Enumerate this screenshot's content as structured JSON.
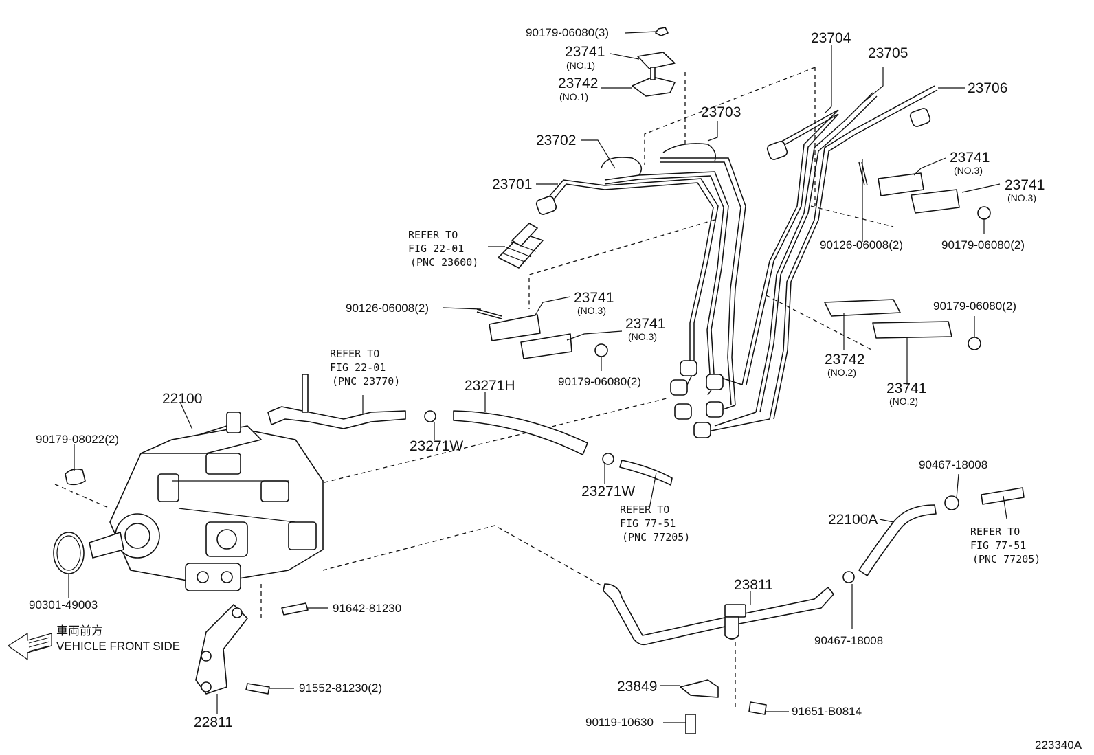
{
  "diagram_id": "223340A",
  "direction": {
    "jp": "車両前方",
    "en": "VEHICLE FRONT SIDE"
  },
  "labels": {
    "p_90179_06080_3": "90179-06080(3)",
    "p_23741_no1": "23741",
    "p_23741_no1_sub": "(NO.1)",
    "p_23742_no1": "23742",
    "p_23742_no1_sub": "(NO.1)",
    "p_23704": "23704",
    "p_23705": "23705",
    "p_23706": "23706",
    "p_23703": "23703",
    "p_23702": "23702",
    "p_23701": "23701",
    "p_23741_no3_r1": "23741",
    "p_23741_no3_r1_sub": "(NO.3)",
    "p_23741_no3_r2": "23741",
    "p_23741_no3_r2_sub": "(NO.3)",
    "p_90126_06008_r": "90126-06008(2)",
    "p_90179_06080_r": "90179-06080(2)",
    "p_90126_06008_l": "90126-06008(2)",
    "p_23741_no3_l1": "23741",
    "p_23741_no3_l1_sub": "(NO.3)",
    "p_23741_no3_l2": "23741",
    "p_23741_no3_l2_sub": "(NO.3)",
    "p_90179_06080_l": "90179-06080(2)",
    "p_90179_06080_m": "90179-06080(2)",
    "p_23742_no2": "23742",
    "p_23742_no2_sub": "(NO.2)",
    "p_23741_no2": "23741",
    "p_23741_no2_sub": "(NO.2)",
    "p_23271H": "23271H",
    "p_23271W_a": "23271W",
    "p_23271W_b": "23271W",
    "p_22100": "22100",
    "p_90179_08022": "90179-08022(2)",
    "p_90301_49003": "90301-49003",
    "p_91642_81230": "91642-81230",
    "p_91552_81230": "91552-81230(2)",
    "p_22811": "22811",
    "p_23811": "23811",
    "p_23849": "23849",
    "p_90119_10630": "90119-10630",
    "p_91651_B0814": "91651-B0814",
    "p_90467_18008_a": "90467-18008",
    "p_90467_18008_b": "90467-18008",
    "p_22100A": "22100A"
  },
  "refs": {
    "r1": {
      "line1": "REFER TO",
      "line2": "FIG 22-01",
      "line3": "(PNC 23600)"
    },
    "r2": {
      "line1": "REFER TO",
      "line2": "FIG 22-01",
      "line3": "(PNC 23770)"
    },
    "r3": {
      "line1": "REFER TO",
      "line2": "FIG 77-51",
      "line3": "(PNC 77205)"
    },
    "r4": {
      "line1": "REFER TO",
      "line2": "FIG 77-51",
      "line3": "(PNC 77205)"
    }
  }
}
